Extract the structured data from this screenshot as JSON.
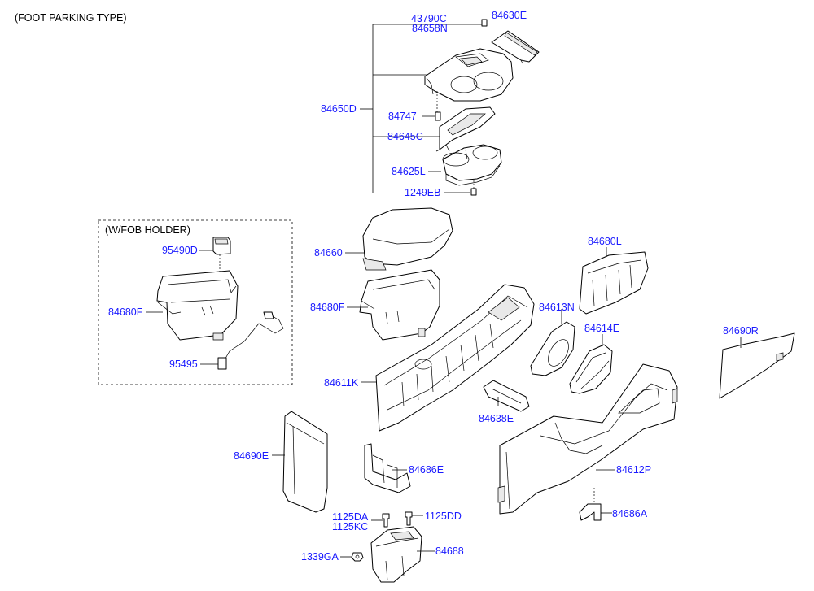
{
  "captions": {
    "main": "(FOOT PARKING TYPE)",
    "fob_holder": "(W/FOB HOLDER)"
  },
  "labels": {
    "p43790C": "43790C",
    "p84658N": "84658N",
    "p84630E": "84630E",
    "p84650D": "84650D",
    "p84747": "84747",
    "p84645C": "84645C",
    "p84625L": "84625L",
    "p1249EB": "1249EB",
    "p95490D": "95490D",
    "p84680F_left": "84680F",
    "p95495": "95495",
    "p84660": "84660",
    "p84680F": "84680F",
    "p84611K": "84611K",
    "p84680L": "84680L",
    "p84613N": "84613N",
    "p84614E": "84614E",
    "p84690R": "84690R",
    "p84638E": "84638E",
    "p84690E": "84690E",
    "p84686E": "84686E",
    "p84612P": "84612P",
    "p1125DA": "1125DA",
    "p1125KC": "1125KC",
    "p1125DD": "1125DD",
    "p84686A": "84686A",
    "p1339GA": "1339GA",
    "p84688": "84688"
  },
  "colors": {
    "label": "#1a1aff",
    "line": "#000000",
    "background": "#ffffff"
  }
}
